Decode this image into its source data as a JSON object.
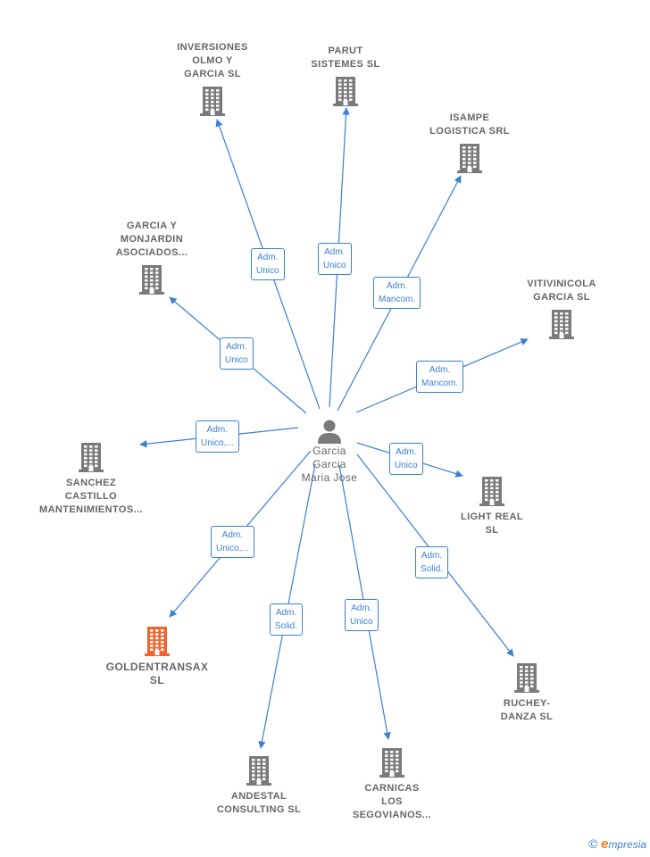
{
  "colors": {
    "edge": "#3b7fd4",
    "node": "#7a7a7a",
    "highlight": "#f0642b",
    "text": "#666666"
  },
  "center": {
    "name_lines": [
      "Garcia",
      "Garcia",
      "Maria Jose"
    ],
    "icon": "person-icon"
  },
  "nodes": [
    {
      "id": "inversiones-olmo",
      "lines": [
        "INVERSIONES",
        "OLMO Y",
        "GARCIA SL"
      ],
      "icon": "building-icon"
    },
    {
      "id": "parut-sistemes",
      "lines": [
        "PARUT",
        "SISTEMES  SL"
      ],
      "icon": "building-icon"
    },
    {
      "id": "isampe-logistica",
      "lines": [
        "ISAMPE",
        "LOGISTICA SRL"
      ],
      "icon": "building-icon"
    },
    {
      "id": "garcia-monjardin",
      "lines": [
        "GARCIA Y",
        "MONJARDIN",
        "ASOCIADOS..."
      ],
      "icon": "building-icon"
    },
    {
      "id": "vitivinicola-garcia",
      "lines": [
        "VITIVINICOLA",
        "GARCIA SL"
      ],
      "icon": "building-icon"
    },
    {
      "id": "sanchez-castillo",
      "lines": [
        "SANCHEZ",
        "CASTILLO",
        "MANTENIMIENTOS..."
      ],
      "icon": "building-icon"
    },
    {
      "id": "light-real",
      "lines": [
        "LIGHT REAL",
        "SL"
      ],
      "icon": "building-icon"
    },
    {
      "id": "goldentransax",
      "lines": [
        "GOLDENTRANSAX",
        "SL"
      ],
      "icon": "building-icon",
      "highlight": true
    },
    {
      "id": "ruchey-danza",
      "lines": [
        "RUCHEY-",
        "DANZA  SL"
      ],
      "icon": "building-icon"
    },
    {
      "id": "andestal-consulting",
      "lines": [
        "ANDESTAL",
        "CONSULTING SL"
      ],
      "icon": "building-icon"
    },
    {
      "id": "carnicas-segovianos",
      "lines": [
        "CARNICAS",
        "LOS",
        "SEGOVIANOS..."
      ],
      "icon": "building-icon"
    }
  ],
  "edges": [
    {
      "to": "inversiones-olmo",
      "label_lines": [
        "Adm.",
        "Unico"
      ]
    },
    {
      "to": "parut-sistemes",
      "label_lines": [
        "Adm.",
        "Unico"
      ]
    },
    {
      "to": "isampe-logistica",
      "label_lines": [
        "Adm.",
        "Mancom."
      ]
    },
    {
      "to": "garcia-monjardin",
      "label_lines": [
        "Adm.",
        "Unico"
      ]
    },
    {
      "to": "vitivinicola-garcia",
      "label_lines": [
        "Adm.",
        "Mancom."
      ]
    },
    {
      "to": "sanchez-castillo",
      "label_lines": [
        "Adm.",
        "Unico,..."
      ]
    },
    {
      "to": "light-real",
      "label_lines": [
        "Adm.",
        "Unico"
      ]
    },
    {
      "to": "goldentransax",
      "label_lines": [
        "Adm.",
        "Unico,..."
      ]
    },
    {
      "to": "ruchey-danza",
      "label_lines": [
        "Adm.",
        "Solid."
      ]
    },
    {
      "to": "andestal-consulting",
      "label_lines": [
        "Adm.",
        "Solid."
      ]
    },
    {
      "to": "carnicas-segovianos",
      "label_lines": [
        "Adm.",
        "Unico"
      ]
    }
  ],
  "footer": {
    "copyright": "©",
    "brand_first": "e",
    "brand_rest": "mpresia"
  }
}
